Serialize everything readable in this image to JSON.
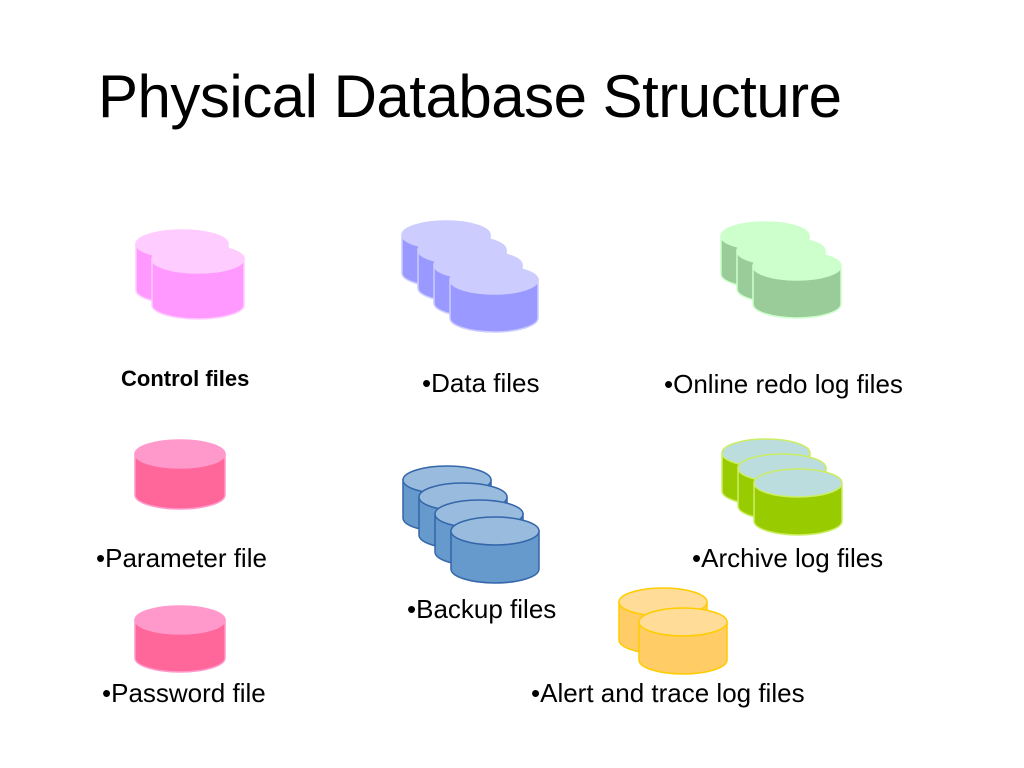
{
  "slide": {
    "title": "Physical Database Structure"
  },
  "file_groups": [
    {
      "id": "control",
      "label": "Control files",
      "stack_count": 2,
      "fill": "#ff99ff",
      "top_fill": "#ffccff",
      "stroke": "#ffccff"
    },
    {
      "id": "data",
      "label": "•Data files",
      "stack_count": 4,
      "fill": "#9999ff",
      "top_fill": "#ccccff",
      "stroke": "#ccccff"
    },
    {
      "id": "redo",
      "label": "•Online redo log files",
      "stack_count": 3,
      "fill": "#99cc99",
      "top_fill": "#ccffcc",
      "stroke": "#ccffcc"
    },
    {
      "id": "parameter",
      "label": "•Parameter file",
      "stack_count": 1,
      "fill": "#ff6699",
      "top_fill": "#ff99cc",
      "stroke": "#ff99cc"
    },
    {
      "id": "backup",
      "label": "•Backup files",
      "stack_count": 4,
      "fill": "#6699cc",
      "top_fill": "#99bbdd",
      "stroke": "#3366aa"
    },
    {
      "id": "archive",
      "label": "•Archive log files",
      "stack_count": 3,
      "fill": "#99cc00",
      "top_fill": "#bbdddd",
      "stroke": "#ccee66"
    },
    {
      "id": "password",
      "label": "•Password file",
      "stack_count": 1,
      "fill": "#ff6699",
      "top_fill": "#ff99cc",
      "stroke": "#ff99cc"
    },
    {
      "id": "alert",
      "label": "•Alert and trace log files",
      "stack_count": 2,
      "fill": "#ffcc66",
      "top_fill": "#ffdd99",
      "stroke": "#ffcc00"
    }
  ]
}
